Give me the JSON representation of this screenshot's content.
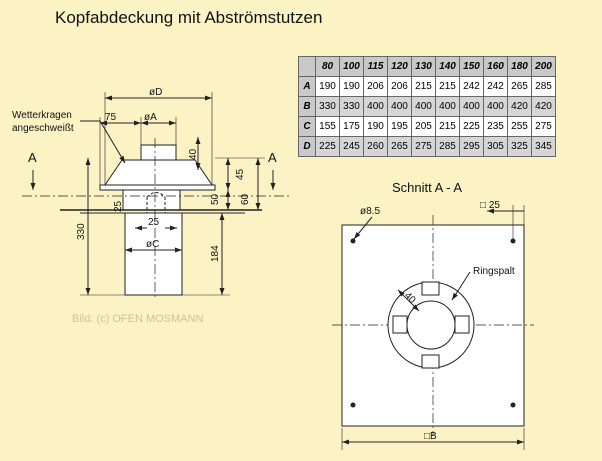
{
  "title": "Kopfabdeckung mit Abströmstutzen",
  "table": {
    "columns": [
      "80",
      "100",
      "115",
      "120",
      "130",
      "140",
      "150",
      "160",
      "180",
      "200"
    ],
    "rows": [
      {
        "label": "A",
        "values": [
          "190",
          "190",
          "206",
          "206",
          "215",
          "215",
          "242",
          "242",
          "265",
          "285"
        ]
      },
      {
        "label": "B",
        "values": [
          "330",
          "330",
          "400",
          "400",
          "400",
          "400",
          "400",
          "400",
          "420",
          "420"
        ]
      },
      {
        "label": "C",
        "values": [
          "155",
          "175",
          "190",
          "195",
          "205",
          "215",
          "225",
          "235",
          "255",
          "275"
        ]
      },
      {
        "label": "D",
        "values": [
          "225",
          "245",
          "260",
          "265",
          "275",
          "285",
          "295",
          "305",
          "325",
          "345"
        ]
      }
    ]
  },
  "side_view": {
    "label_wetterkragen_1": "Wetterkragen",
    "label_wetterkragen_2": "angeschweißt",
    "dim_oD": "øD",
    "dim_75": "75",
    "dim_oA": "øA",
    "dim_40": "40",
    "dim_45": "45",
    "dim_50": "50",
    "dim_60": "60",
    "dim_25_top": "25",
    "dim_25_bottom": "25",
    "dim_oC": "øC",
    "dim_330": "330",
    "dim_184": "184",
    "section_mark_left": "A",
    "section_mark_right": "A"
  },
  "section_view": {
    "title": "Schnitt A - A",
    "dim_hole": "ø8.5",
    "dim_square_25": "□ 25",
    "label_ringspalt": "Ringspalt",
    "dim_40": "40",
    "dim_B": "□B"
  },
  "watermark": "Bild: (c) OFEN MOSMANN",
  "colors": {
    "background": "#fcf3c5",
    "table_header": "#c9c9c9",
    "table_alt_row": "#d6d6d6",
    "line": "#222222",
    "watermark": "#c9c2a0"
  }
}
